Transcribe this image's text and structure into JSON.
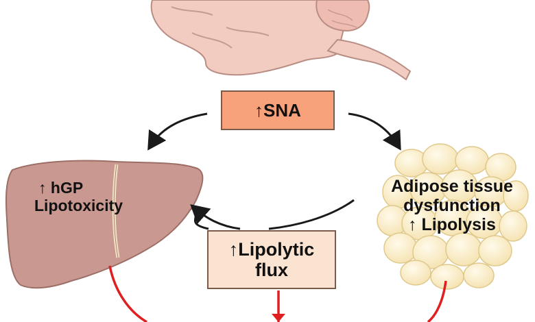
{
  "colors": {
    "brain_fill": "#f2cbc1",
    "brain_stroke": "#b88e84",
    "liver_fill": "#c99890",
    "liver_stroke": "#9c6e66",
    "adipose_fill": "#fbeecb",
    "adipose_stroke": "#e0c98c",
    "sna_box_fill": "#f7a27a",
    "flux_box_fill": "#fbe3d2",
    "arrow_black": "#1a1a1a",
    "arrow_red": "#e02020"
  },
  "sna_box": {
    "label": "↑SNA"
  },
  "liver": {
    "line1": "↑ hGP",
    "line2": "Lipotoxicity"
  },
  "adipose": {
    "line1": "Adipose tissue",
    "line2": "dysfunction",
    "line3": "↑ Lipolysis"
  },
  "flux_box": {
    "line1": "↑Lipolytic",
    "line2": "flux"
  }
}
